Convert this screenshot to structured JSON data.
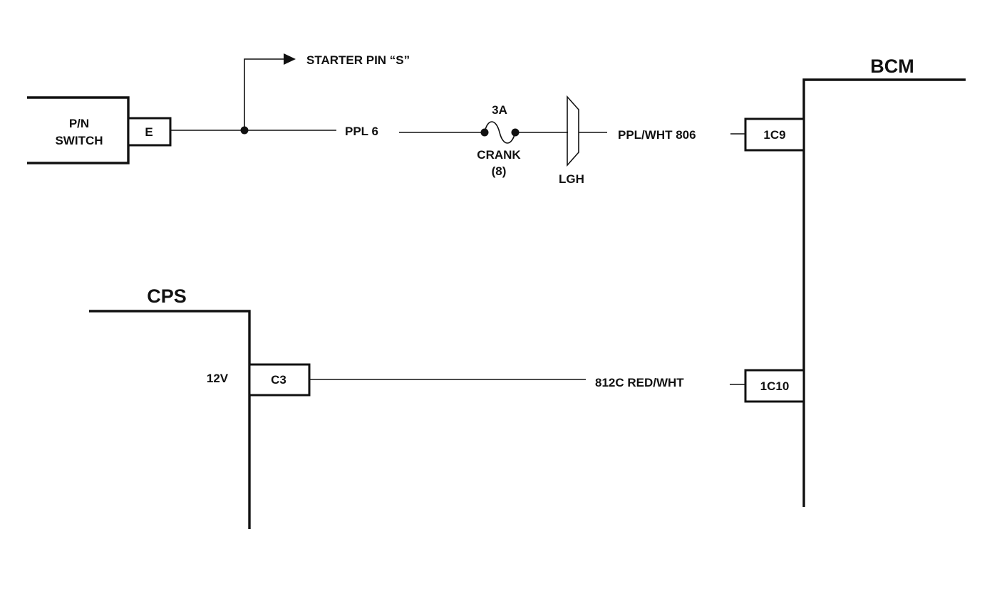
{
  "components": {
    "pn_switch_label_line1": "P/N",
    "pn_switch_label_line2": "SWITCH",
    "pn_switch_pin": "E",
    "bcm_label": "BCM",
    "bcm_pin_top": "1C9",
    "bcm_pin_bottom": "1C10",
    "cps_label": "CPS",
    "cps_pin": "C3",
    "cps_voltage": "12V"
  },
  "wires": {
    "ppl6": "PPL 6",
    "starter": "STARTER PIN “S”",
    "ppl_wht": "PPL/WHT 806",
    "red_wht": "812C RED/WHT"
  },
  "fuse": {
    "rating": "3A",
    "name": "CRANK",
    "number": "(8)"
  },
  "connector": {
    "name": "LGH"
  }
}
